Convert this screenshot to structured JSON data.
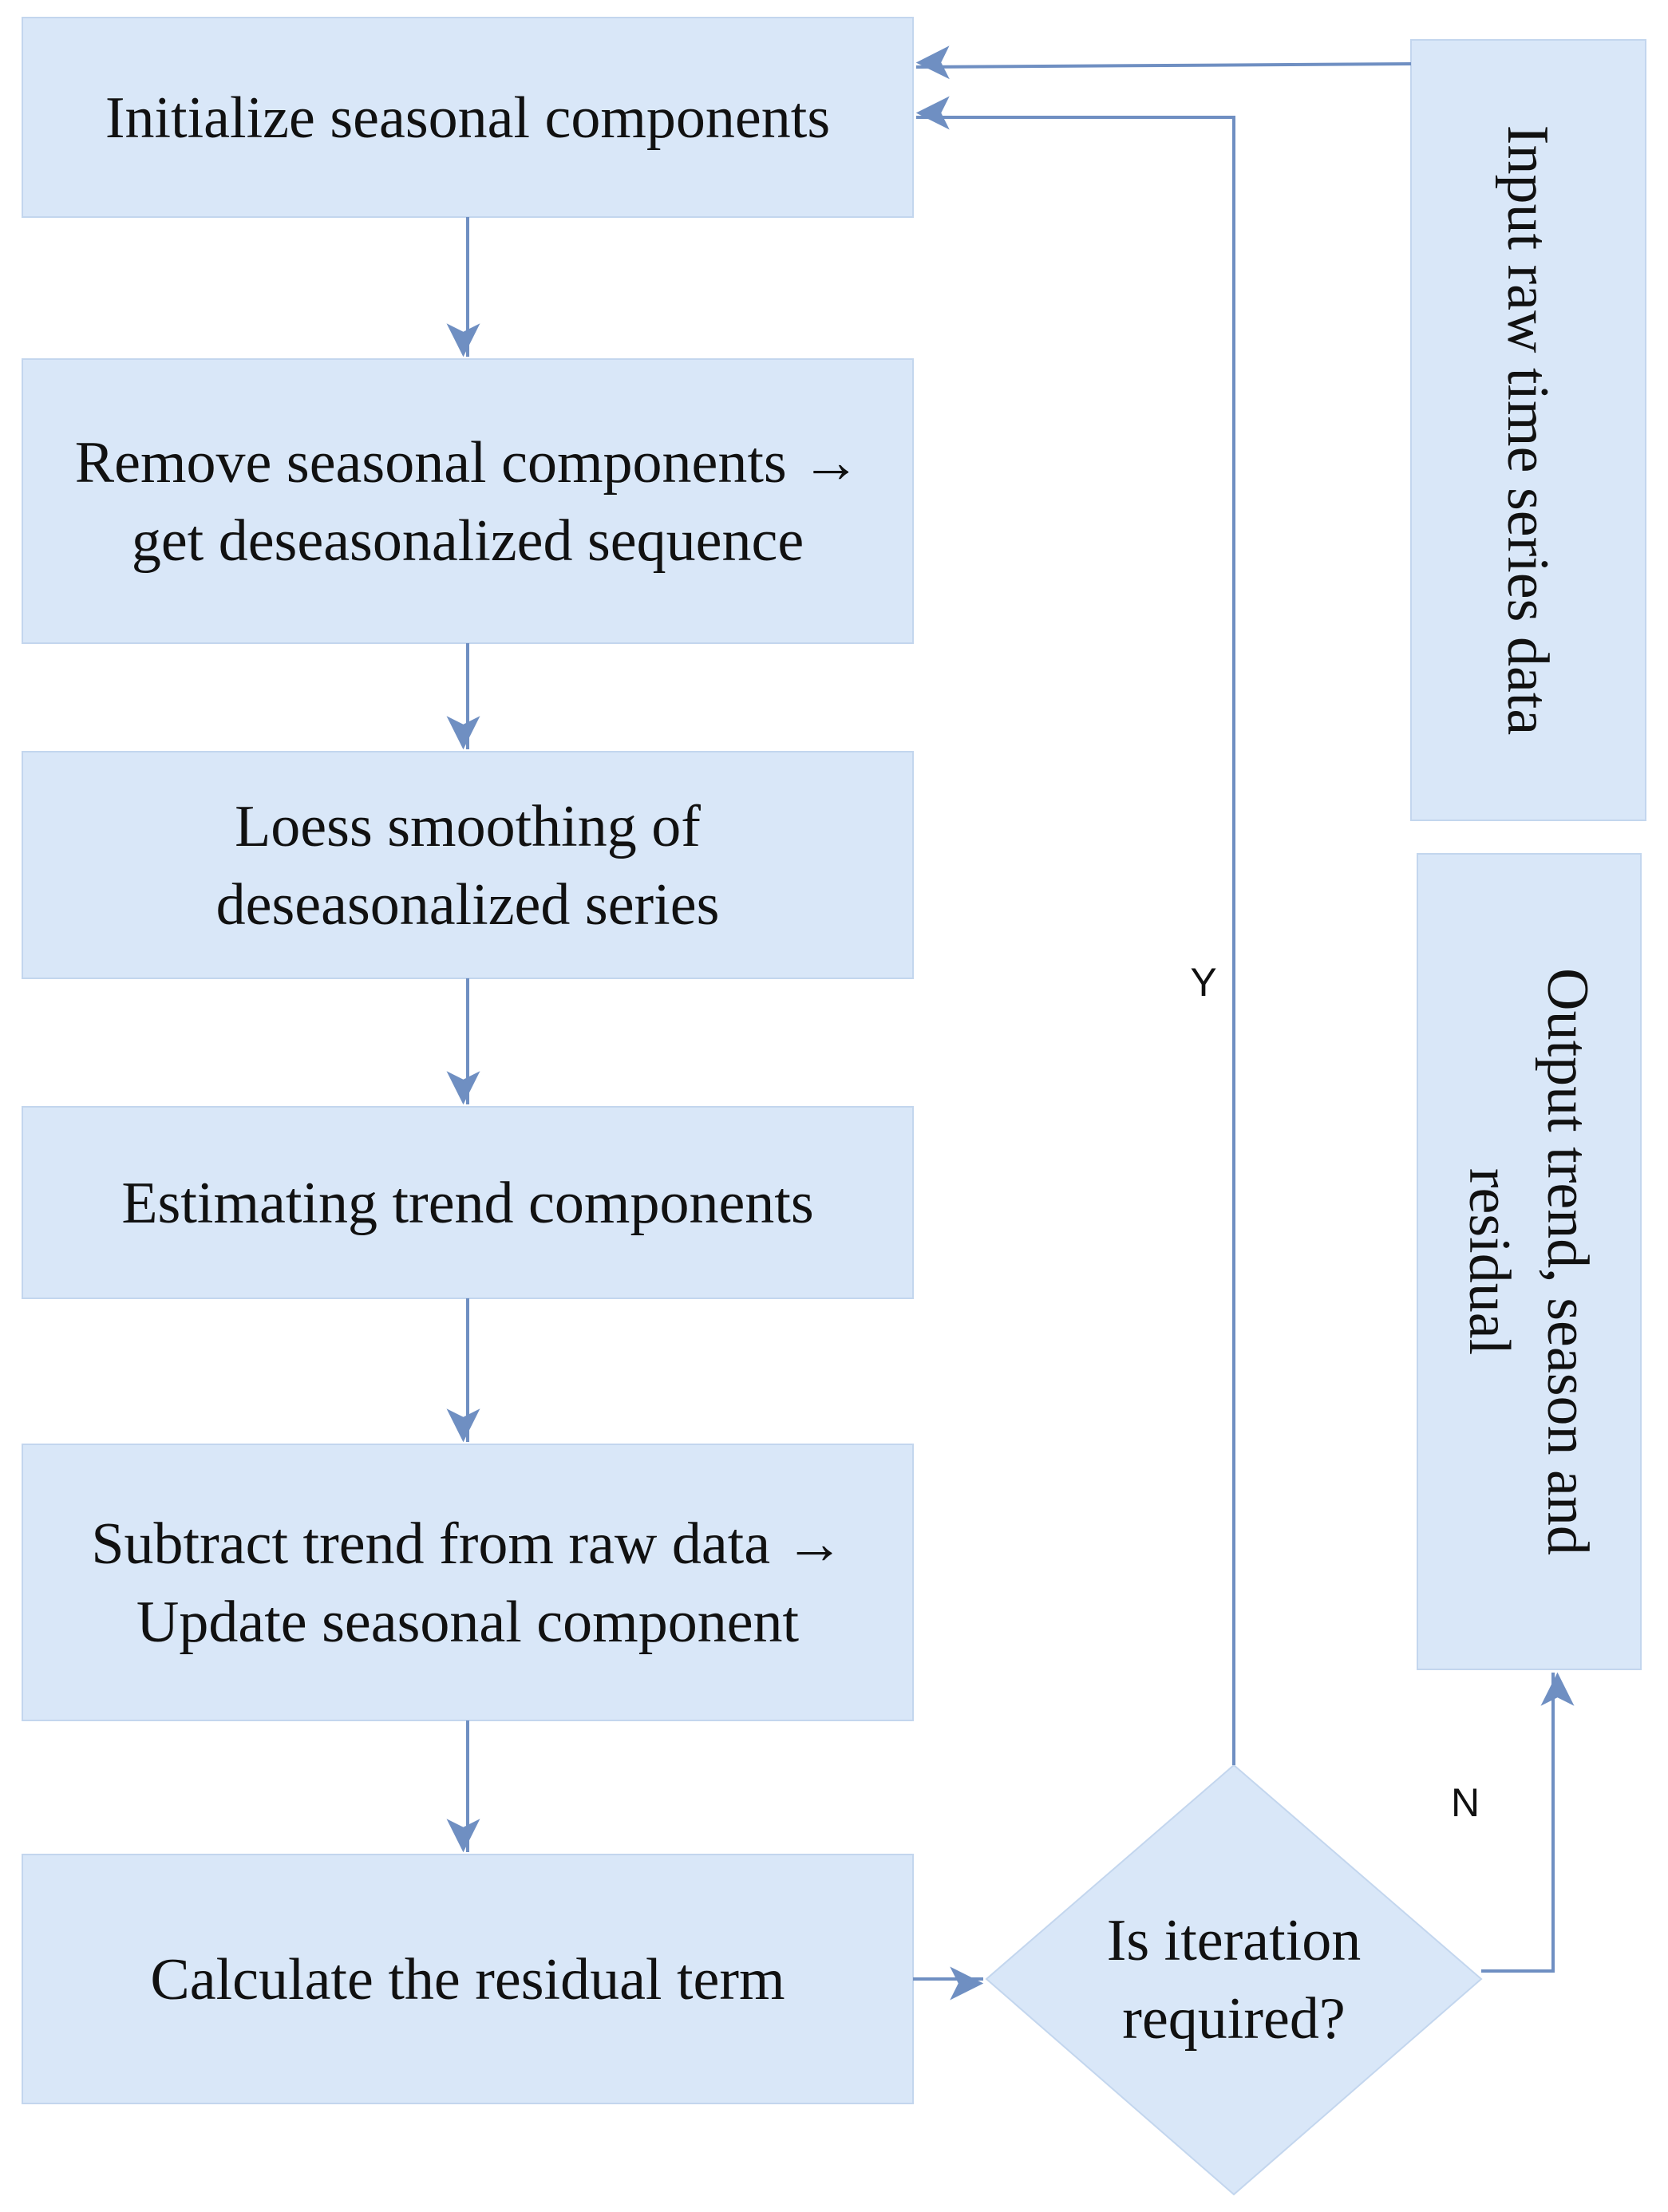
{
  "colors": {
    "node_fill": "#d9e7f8",
    "node_stroke": "#c3d6ee",
    "edge": "#6f8fc2",
    "text": "#111111"
  },
  "nodes": {
    "init_seasonal": {
      "lines": [
        "Initialize seasonal components"
      ]
    },
    "remove_seasonal": {
      "lines": [
        "Remove seasonal components →",
        "get deseasonalized sequence"
      ]
    },
    "loess": {
      "lines": [
        "Loess smoothing of",
        "deseasonalized series"
      ]
    },
    "estimate_trend": {
      "lines": [
        "Estimating trend components"
      ]
    },
    "subtract_trend": {
      "lines": [
        "Subtract trend from raw data →",
        "Update seasonal component"
      ]
    },
    "residual": {
      "lines": [
        "Calculate the residual term"
      ]
    },
    "decision": {
      "lines": [
        "Is iteration",
        "required?"
      ]
    },
    "input": {
      "lines": [
        "Input raw time series data"
      ]
    },
    "output": {
      "lines": [
        "Output trend, season and",
        "residual"
      ]
    }
  },
  "edge_labels": {
    "yes": "Y",
    "no": "N"
  }
}
